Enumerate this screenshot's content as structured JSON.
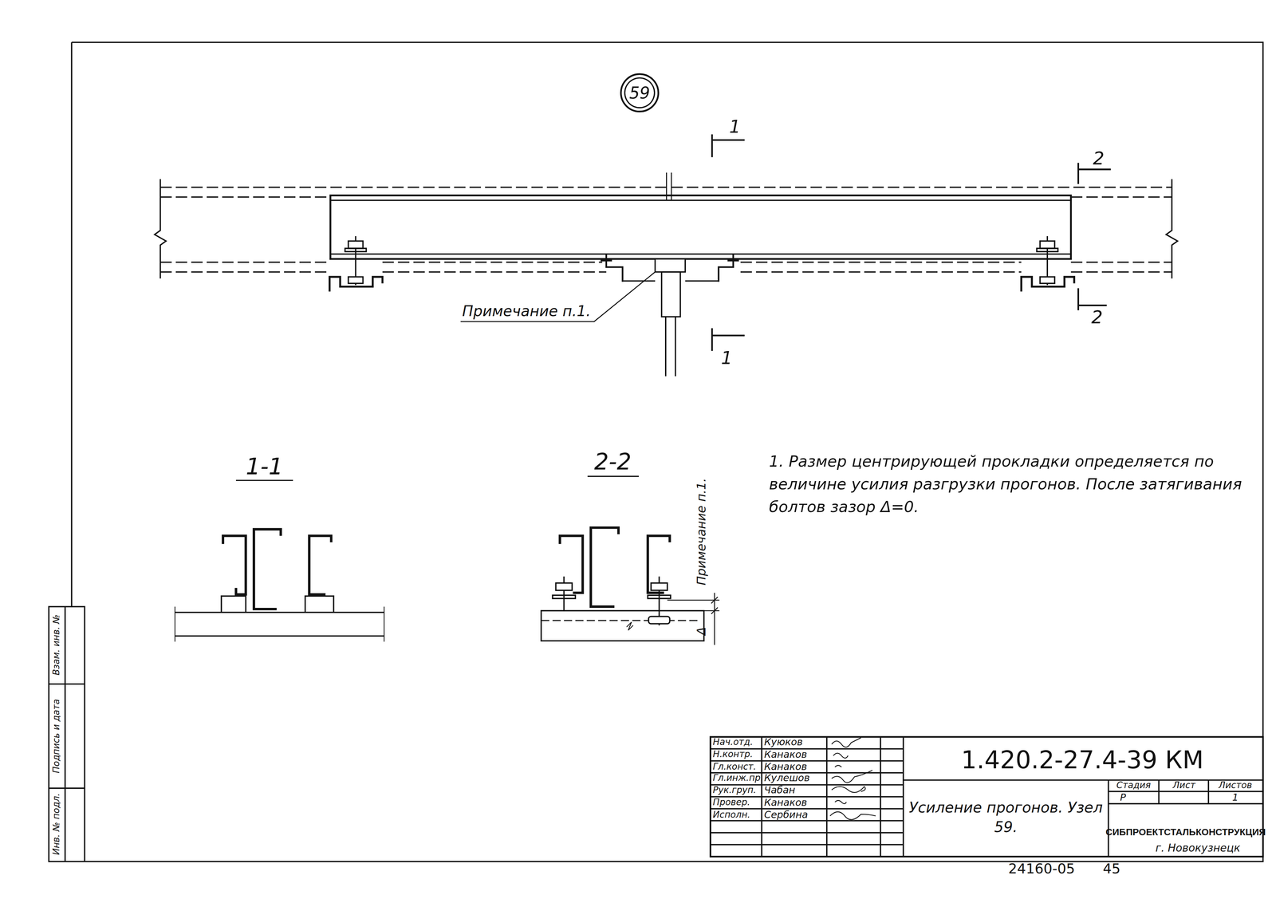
{
  "diagram": {
    "nodes": [
      {
        "text": [
          "59"
        ]
      }
    ],
    "labels": [
      "1",
      "2",
      "Примечание п.1.",
      "2",
      "1",
      "1-1",
      "2-2",
      "Примечание п.1.",
      "Δ",
      "1. Размер центрирующей прокладки определяется по величине усилия разгрузки прогонов. После затягивания болтов зазор Δ=0.",
      "Нач.отд.",
      "Куюков",
      "Н.контр.",
      "Канаков",
      "Гл.конст.",
      "Канаков",
      "Гл.инж.пр.",
      "Кулешов",
      "Рук.груп.",
      "Чабан",
      "Провер.",
      "Канаков",
      "Исполн.",
      "Сербина",
      "1.420.2-27.4-39 КМ",
      "Усиление прогонов. Узел 59.",
      "Стадия",
      "Лист",
      "Листов",
      "Р",
      "1",
      "СИБПРОЕКТСТАЛЬКОНСТРУКЦИЯ",
      "г. Новокузнецк",
      "Инв. № подл.",
      "Подпись и дата",
      "Взам. инв. №",
      "24160-05",
      "45"
    ]
  }
}
